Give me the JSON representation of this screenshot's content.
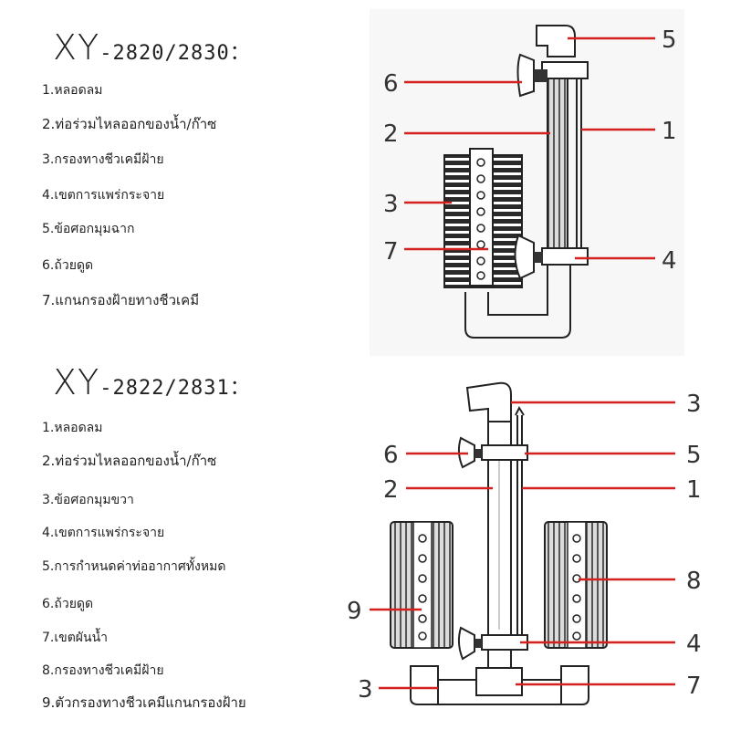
{
  "section1": {
    "title_prefix": "XY",
    "title_model": "-2820/2830：",
    "items": [
      "1.หลอดลม",
      "2.ท่อร่วมไหลออกของน้ำ/ก๊าซ",
      "3.กรองทางชีวเคมีฝ้าย",
      "4.เขตการแพร่กระจาย",
      "5.ข้อศอกมุมฉาก",
      "6.ถ้วยดูด",
      "7.แกนกรองฝ้ายทางชีวเคมี"
    ],
    "callouts": [
      "6",
      "2",
      "3",
      "7",
      "5",
      "1",
      "4"
    ]
  },
  "section2": {
    "title_prefix": "XY",
    "title_model": "-2822/2831：",
    "items": [
      "1.หลอดลม",
      "2.ท่อร่วมไหลออกของน้ำ/ก๊าซ",
      "3.ข้อศอกมุมขวา",
      "4.เขตการแพร่กระจาย",
      "5.การกำหนดค่าท่ออากาศทั้งหมด",
      "6.ถ้วยดูด",
      "7.เขตผันน้ำ",
      "8.กรองทางชีวเคมีฝ้าย",
      "9.ตัวกรองทางชีวเคมีแกนกรองฝ้าย"
    ],
    "callouts": [
      "3",
      "6",
      "5",
      "2",
      "1",
      "8",
      "9",
      "4",
      "3",
      "7"
    ]
  }
}
